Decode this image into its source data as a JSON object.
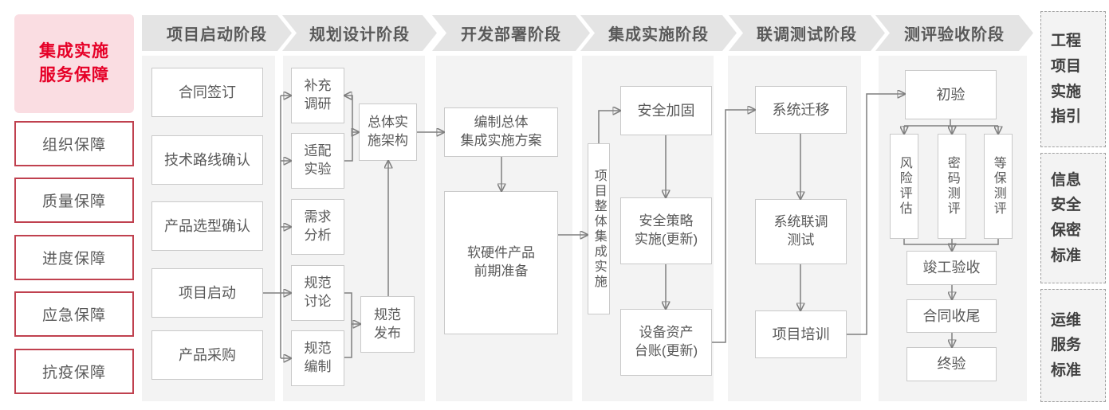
{
  "sidebar": {
    "title_lines": [
      "集成实施",
      "服务保障"
    ],
    "items": [
      "组织保障",
      "质量保障",
      "进度保障",
      "应急保障",
      "抗疫保障"
    ]
  },
  "phases": [
    "项目启动阶段",
    "规划设计阶段",
    "开发部署阶段",
    "集成实施阶段",
    "联调测试阶段",
    "测评验收阶段"
  ],
  "startup": {
    "boxes": [
      "合同签订",
      "技术路线确认",
      "产品选型确认",
      "项目启动",
      "产品采购"
    ]
  },
  "planning": {
    "inputs": [
      {
        "lines": [
          "补充",
          "调研"
        ]
      },
      {
        "lines": [
          "适配",
          "实验"
        ]
      },
      {
        "lines": [
          "需求",
          "分析"
        ]
      },
      {
        "lines": [
          "规范",
          "讨论"
        ]
      },
      {
        "lines": [
          "规范",
          "编制"
        ]
      }
    ],
    "architecture": {
      "lines": [
        "总体实",
        "施架构"
      ]
    },
    "publish": {
      "lines": [
        "规范",
        "发布"
      ]
    }
  },
  "development": {
    "plan": {
      "lines": [
        "编制总体",
        "集成实施方案"
      ]
    },
    "preparation": {
      "lines": [
        "软硬件产品",
        "前期准备"
      ]
    }
  },
  "integration": {
    "overall": "项目整体集成实施",
    "hardening": "安全加固",
    "policy": {
      "lines": [
        "安全策略",
        "实施(更新)"
      ]
    },
    "ledger": {
      "lines": [
        "设备资产",
        "台账(更新)"
      ]
    }
  },
  "testing": {
    "migration": "系统迁移",
    "joint": {
      "lines": [
        "系统联调",
        "测试"
      ]
    },
    "training": "项目培训"
  },
  "acceptance": {
    "initial": "初验",
    "evaluations": [
      "风险评估",
      "密码测评",
      "等保测评"
    ],
    "completion": "竣工验收",
    "closeout": "合同收尾",
    "final": "终验"
  },
  "standards": [
    {
      "rows": [
        "工程",
        "项目",
        "实施",
        "指引"
      ]
    },
    {
      "rows": [
        "信息",
        "安全",
        "保密",
        "标准"
      ]
    },
    {
      "rows": [
        "运维",
        "服务",
        "标准"
      ]
    }
  ],
  "colors": {
    "accent_red": "#e60027",
    "border_red": "#c0414f",
    "panel_gray": "#f3f3f3",
    "header_gray": "#e4e4e4",
    "text_gray": "#595959",
    "line_gray": "#7f7f7f"
  }
}
